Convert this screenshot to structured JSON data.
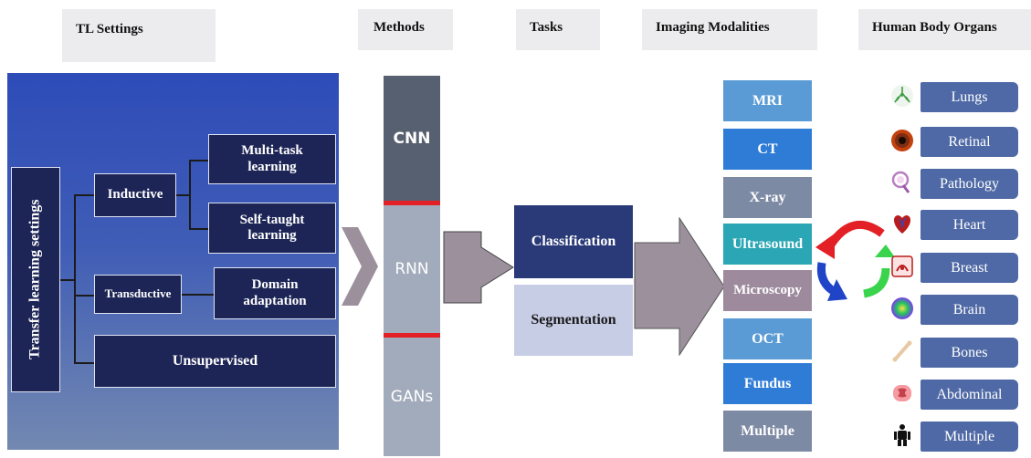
{
  "headers": {
    "tl_settings": "TL Settings",
    "methods": "Methods",
    "tasks": "Tasks",
    "imaging_modalities": "Imaging Modalities",
    "human_body_organs": "Human Body Organs"
  },
  "tl_panel": {
    "root": "Transfer learning settings",
    "inductive": "Inductive",
    "multitask": "Multi-task learning",
    "selftaught": "Self-taught learning",
    "transductive": "Transductive",
    "domain_adaptation": "Domain adaptation",
    "unsupervised": "Unsupervised"
  },
  "methods": [
    "CNN",
    "RNN",
    "GANs"
  ],
  "tasks": [
    "Classification",
    "Segmentation"
  ],
  "modalities": [
    {
      "label": "MRI",
      "color": "#5b9bd5"
    },
    {
      "label": "CT",
      "color": "#2f7cd6"
    },
    {
      "label": "X-ray",
      "color": "#7d8aa4"
    },
    {
      "label": "Ultrasound",
      "color": "#2aa6b4"
    },
    {
      "label": "Microscopy",
      "color": "#9d8b9d"
    },
    {
      "label": "OCT",
      "color": "#5b9bd5"
    },
    {
      "label": "Fundus",
      "color": "#2f7cd6"
    },
    {
      "label": "Multiple",
      "color": "#7d8aa4"
    }
  ],
  "organs": [
    {
      "label": "Lungs",
      "icon": "lungs-icon"
    },
    {
      "label": "Retinal",
      "icon": "retina-icon"
    },
    {
      "label": "Pathology",
      "icon": "pathology-icon"
    },
    {
      "label": "Heart",
      "icon": "heart-icon"
    },
    {
      "label": "Breast",
      "icon": "breast-icon"
    },
    {
      "label": "Brain",
      "icon": "brain-icon"
    },
    {
      "label": "Bones",
      "icon": "bone-icon"
    },
    {
      "label": "Abdominal",
      "icon": "abdomen-icon"
    },
    {
      "label": "Multiple",
      "icon": "body-icon"
    }
  ]
}
